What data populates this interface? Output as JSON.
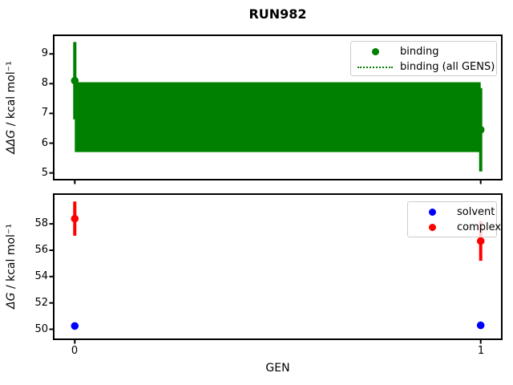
{
  "figure": {
    "title": "RUN982"
  },
  "chart_data": [
    {
      "type": "scatter",
      "subplot": "top",
      "ylabel_math": "ΔΔG",
      "ylabel_rest": " / kcal mol⁻¹",
      "xlabel": "",
      "xlim": [
        -0.05,
        1.05
      ],
      "ylim": [
        4.8,
        9.6
      ],
      "yticks": [
        5,
        6,
        7,
        8,
        9
      ],
      "xticks": [
        0,
        1
      ],
      "show_xtick_labels": false,
      "grid": false,
      "legend": {
        "position": "upper right",
        "items": [
          {
            "label": "binding",
            "glyph": "dot",
            "color": "#008000"
          },
          {
            "label": "binding (all GENS)",
            "glyph": "dotted-line",
            "color": "#008000"
          }
        ]
      },
      "series": [
        {
          "name": "binding-all-gens",
          "type": "band",
          "color": "#008000",
          "x_range": [
            0,
            1
          ],
          "center": 6.88,
          "lo": 5.7,
          "hi": 8.05
        },
        {
          "name": "binding",
          "type": "points",
          "color": "#008000",
          "x": [
            0,
            1
          ],
          "y": [
            8.1,
            6.45
          ],
          "yerr": [
            1.3,
            1.4
          ]
        }
      ]
    },
    {
      "type": "scatter",
      "subplot": "bottom",
      "ylabel_math": "ΔG",
      "ylabel_rest": " / kcal mol⁻¹",
      "xlabel": "GEN",
      "xlim": [
        -0.05,
        1.05
      ],
      "ylim": [
        49.3,
        60.2
      ],
      "yticks": [
        50,
        52,
        54,
        56,
        58
      ],
      "xticks": [
        0,
        1
      ],
      "show_xtick_labels": true,
      "grid": false,
      "legend": {
        "position": "upper right",
        "items": [
          {
            "label": "solvent",
            "glyph": "dot",
            "color": "#0000ff"
          },
          {
            "label": "complex",
            "glyph": "dot",
            "color": "#ff0000"
          }
        ]
      },
      "series": [
        {
          "name": "solvent",
          "type": "points",
          "color": "#0000ff",
          "x": [
            0,
            1
          ],
          "y": [
            50.25,
            50.3
          ],
          "yerr": [
            0.25,
            0.25
          ]
        },
        {
          "name": "complex",
          "type": "points",
          "color": "#ff0000",
          "x": [
            0,
            1
          ],
          "y": [
            58.4,
            56.7
          ],
          "yerr": [
            1.3,
            1.5
          ]
        }
      ]
    }
  ]
}
